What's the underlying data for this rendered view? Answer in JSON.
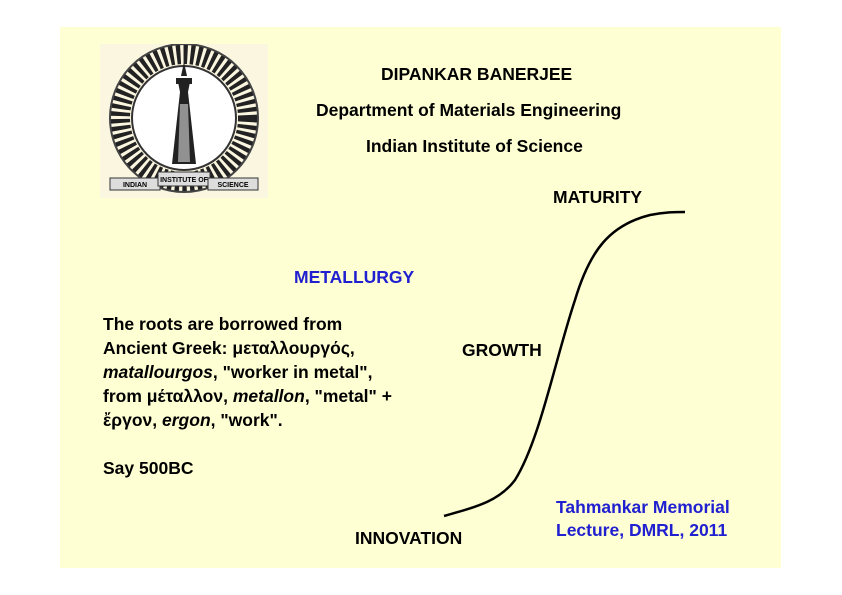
{
  "header": {
    "name": "DIPANKAR BANERJEE",
    "department": "Department of Materials Engineering",
    "institute": "Indian Institute of Science"
  },
  "logo": {
    "lettering": "INDIAN INSTITUTE OF SCIENCE"
  },
  "title": "METALLURGY",
  "body": {
    "line1": "The roots are borrowed from",
    "line2_a": "Ancient Greek: ",
    "line2_b": "μεταλλουργός,",
    "line3_italic": "matallourgos",
    "line3_rest": ", \"worker in metal\",",
    "line4_a": "from μέταλλον, ",
    "line4_italic": "metallon",
    "line4_rest": ", \"metal\" +",
    "line5_a": "ἔργον, ",
    "line5_italic": "ergon",
    "line5_rest": ", \"work\".",
    "date": "Say 500BC"
  },
  "curve_labels": {
    "top": "MATURITY",
    "middle": "GROWTH",
    "bottom": "INNOVATION"
  },
  "footer": {
    "line1": "Tahmankar Memorial",
    "line2": "Lecture, DMRL, 2011"
  },
  "colors": {
    "background": "#ffffd4",
    "accent": "#2020d0"
  }
}
